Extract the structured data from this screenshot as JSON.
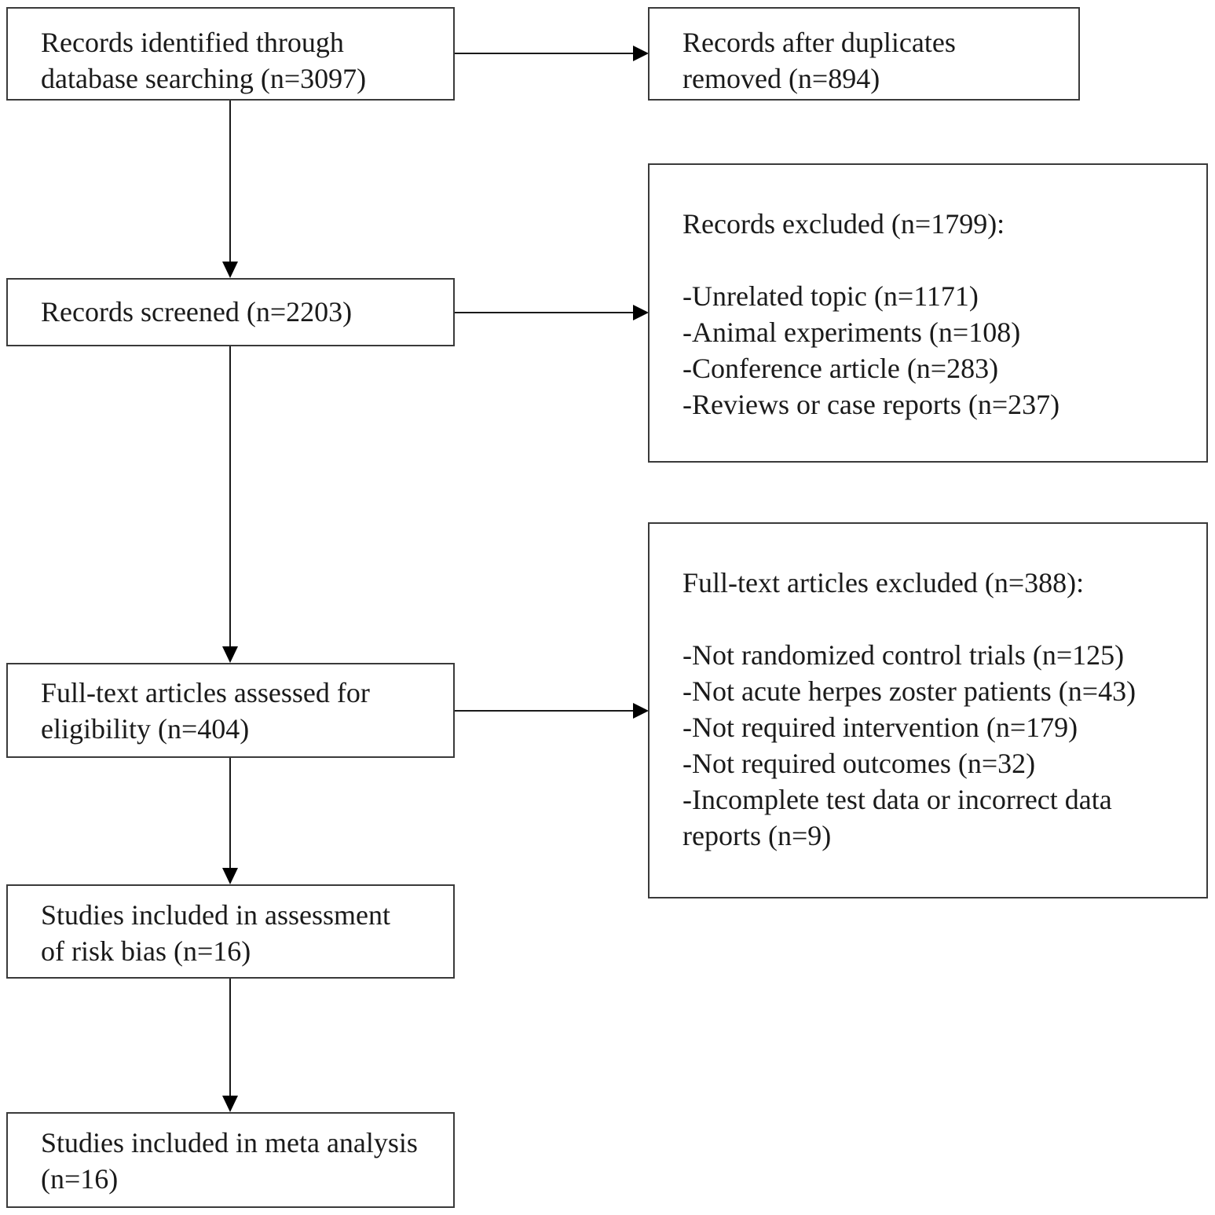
{
  "boxes": {
    "identified": {
      "lines": [
        "Records identified through",
        "database searching (n=3097)"
      ]
    },
    "duplicates": {
      "lines": [
        "Records after duplicates",
        "removed (n=894)"
      ]
    },
    "screened": {
      "lines": [
        "Records screened (n=2203)"
      ]
    },
    "records_excluded": {
      "heading": "Records excluded (n=1799):",
      "items": [
        "-Unrelated topic (n=1171)",
        "-Animal experiments (n=108)",
        "-Conference article (n=283)",
        "-Reviews or case reports (n=237)"
      ]
    },
    "fulltext": {
      "lines": [
        "Full-text articles assessed for",
        "eligibility (n=404)"
      ]
    },
    "fulltext_excluded": {
      "heading": "Full-text articles excluded (n=388):",
      "items": [
        "-Not randomized control trials (n=125)",
        "-Not acute herpes zoster patients (n=43)",
        "-Not required intervention (n=179)",
        "-Not required outcomes (n=32)",
        "-Incomplete test data or incorrect data",
        "reports (n=9)"
      ]
    },
    "risk_bias": {
      "lines": [
        "Studies included in assessment",
        "of risk bias (n=16)"
      ]
    },
    "meta": {
      "lines": [
        "Studies included in meta analysis",
        "(n=16)"
      ]
    }
  }
}
